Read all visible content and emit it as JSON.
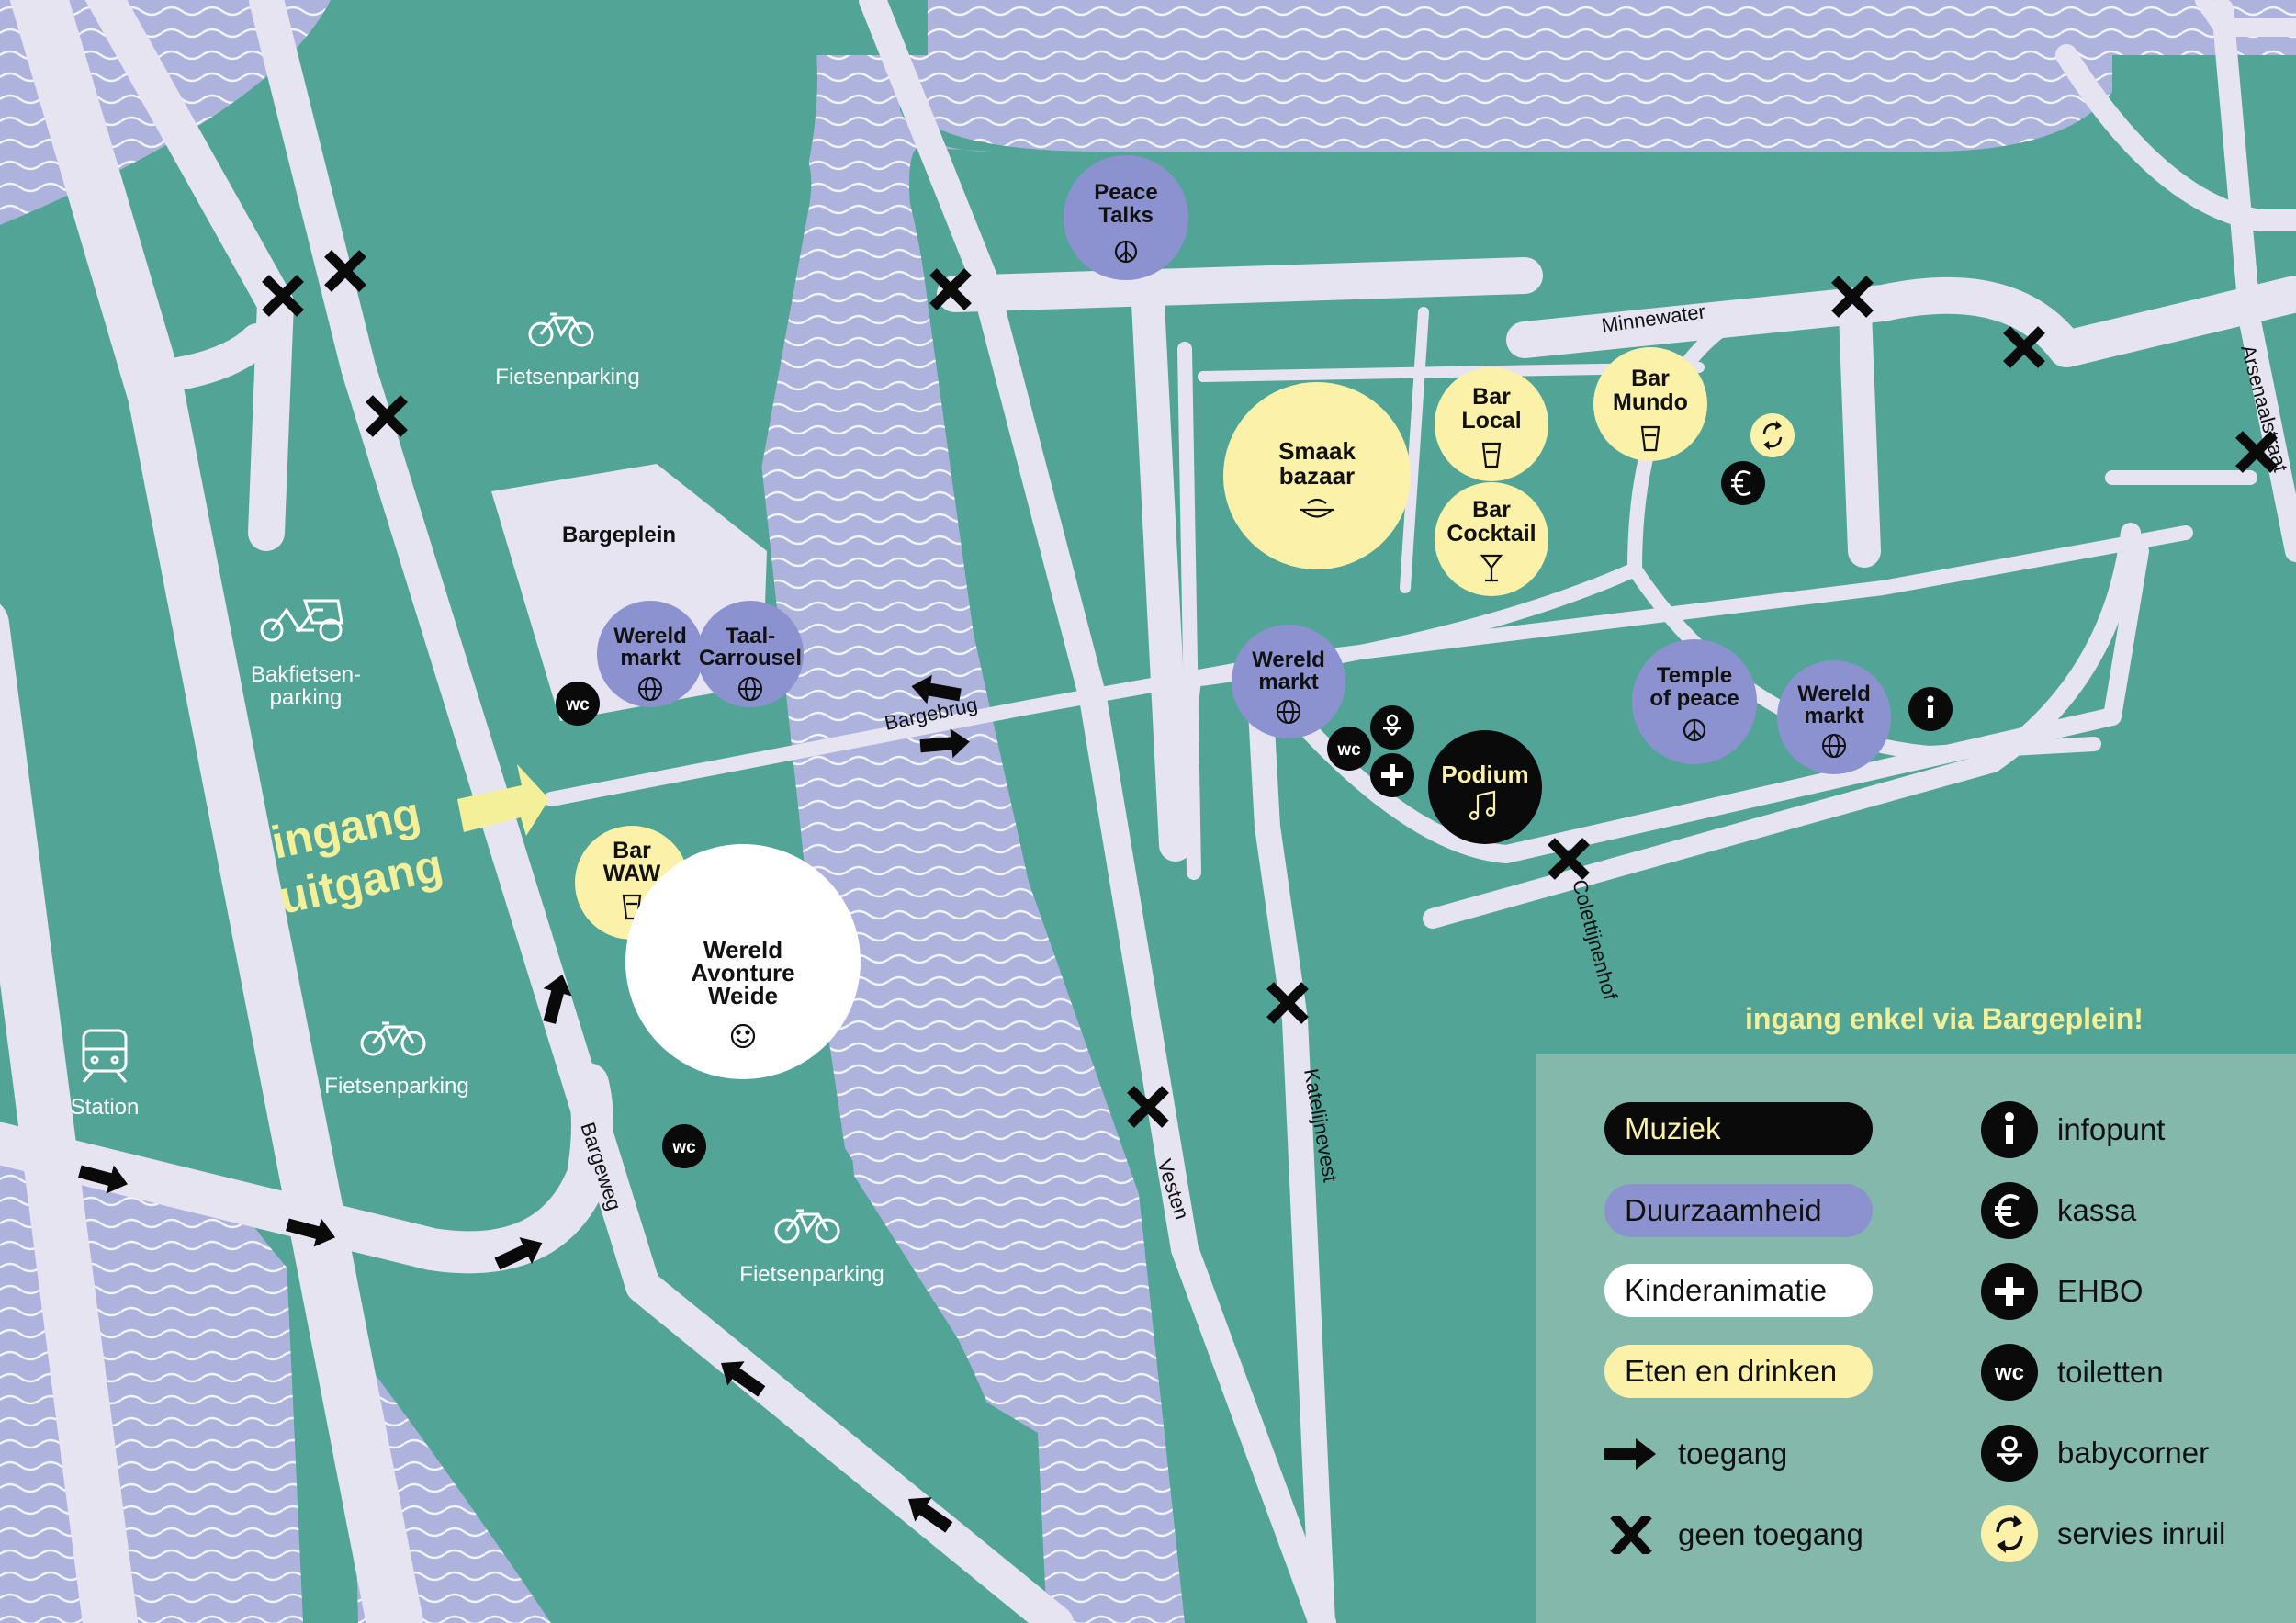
{
  "colors": {
    "land": "#52a596",
    "water": "#aeb3dd",
    "wave": "#ffffff",
    "road": "#e6e4f1",
    "muziek": "#0a0a0a",
    "duurzaamheid": "#8c92d0",
    "kinderanimatie": "#ffffff",
    "eten_drinken": "#fbf1a9",
    "ingang_arrow": "#f4f09a",
    "note_text": "#f4f09a",
    "legend_bg": "#83b8ab"
  },
  "streets": {
    "minnewater": "Minnewater",
    "bargebrug": "Bargebrug",
    "bargeweg": "Bargeweg",
    "vesten": "Vesten",
    "katelijnevest": "Katelijnevest",
    "colettijnenhof": "Colettijnenhof",
    "arsenaalstraat": "Arsenaalstraat"
  },
  "areas": {
    "bargeplein": "Bargeplein",
    "fiets1": "Fietsenparking",
    "fiets2": "Fietsenparking",
    "fiets3": "Fietsenparking",
    "bakfiets_line1": "Bakfietsen-",
    "bakfiets_line2": "parking",
    "station": "Station"
  },
  "ingang": {
    "line1": "ingang",
    "line2": "uitgang"
  },
  "note": "ingang enkel via Bargeplein!",
  "pois": {
    "peace_talks": {
      "l1": "Peace",
      "l2": "Talks",
      "icon": "peace-icon"
    },
    "smaakbazaar": {
      "l1": "Smaak",
      "l2": "bazaar",
      "icon": "food-bowl-icon"
    },
    "bar_local": {
      "l1": "Bar",
      "l2": "Local",
      "icon": "drink-cup-icon"
    },
    "bar_cocktail": {
      "l1": "Bar",
      "l2": "Cocktail",
      "icon": "cocktail-icon"
    },
    "bar_mundo": {
      "l1": "Bar",
      "l2": "Mundo",
      "icon": "drink-cup-icon"
    },
    "wereldmarkt_bp": {
      "l1": "Wereld",
      "l2": "markt",
      "icon": "globe-icon"
    },
    "taalcarrousel": {
      "l1": "Taal-",
      "l2": "Carrousel",
      "icon": "globe-icon"
    },
    "wereldmarkt_c": {
      "l1": "Wereld",
      "l2": "markt",
      "icon": "globe-icon"
    },
    "temple": {
      "l1": "Temple",
      "l2": "of peace",
      "icon": "peace-icon"
    },
    "wereldmarkt_e": {
      "l1": "Wereld",
      "l2": "markt",
      "icon": "globe-icon"
    },
    "podium": {
      "l1": "Podium",
      "icon": "music-note-icon"
    },
    "bar_waw": {
      "l1": "Bar",
      "l2": "WAW",
      "icon": "drink-cup-icon"
    },
    "avonture": {
      "l1": "Wereld",
      "l2": "Avonture",
      "l3": "Weide",
      "icon": "smiley-icon"
    }
  },
  "wc_text": "wc",
  "legend": {
    "categories": [
      {
        "label": "Muziek",
        "color": "#0a0a0a",
        "text_color": "#fbf1a9"
      },
      {
        "label": "Duurzaamheid",
        "color": "#8c92d0",
        "text_color": "#111111"
      },
      {
        "label": "Kinderanimatie",
        "color": "#ffffff",
        "text_color": "#111111"
      },
      {
        "label": "Eten en drinken",
        "color": "#fbf1a9",
        "text_color": "#111111"
      }
    ],
    "toegang": "toegang",
    "geen_toegang": "geen toegang",
    "services": [
      {
        "icon": "info-icon",
        "label": "infopunt"
      },
      {
        "icon": "euro-icon",
        "label": "kassa"
      },
      {
        "icon": "first-aid-icon",
        "label": "EHBO"
      },
      {
        "icon": "wc-icon",
        "label": "toiletten",
        "icon_text": "wc"
      },
      {
        "icon": "pacifier-icon",
        "label": "babycorner"
      },
      {
        "icon": "recycle-icon",
        "label": "servies inruil"
      }
    ]
  }
}
